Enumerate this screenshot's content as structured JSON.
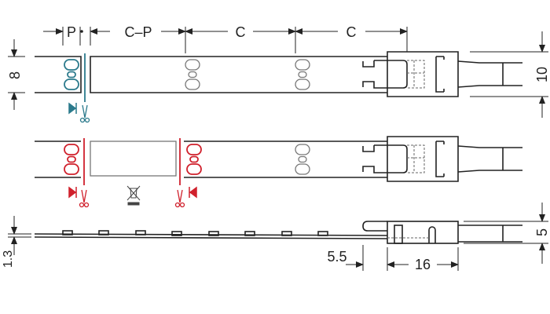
{
  "title": "LED strip with clip connector – dimension drawing",
  "dimensions": {
    "pitch": "P",
    "cut_to_led": "C–P",
    "led_spacing_1": "C",
    "led_spacing_2": "C",
    "strip_width": "8",
    "connector_width": "10",
    "connector_height": "5",
    "strip_thickness": "1.3",
    "hook_offset": "5.5",
    "connector_length": "16"
  },
  "colors": {
    "line": "#222222",
    "cut_ok": "#2b7a8c",
    "cut_waste": "#d0202c",
    "led_gray": "#777777"
  },
  "icons": [
    "cut-marker-icon",
    "scissors-icon",
    "waste-bin-crossed-icon"
  ]
}
